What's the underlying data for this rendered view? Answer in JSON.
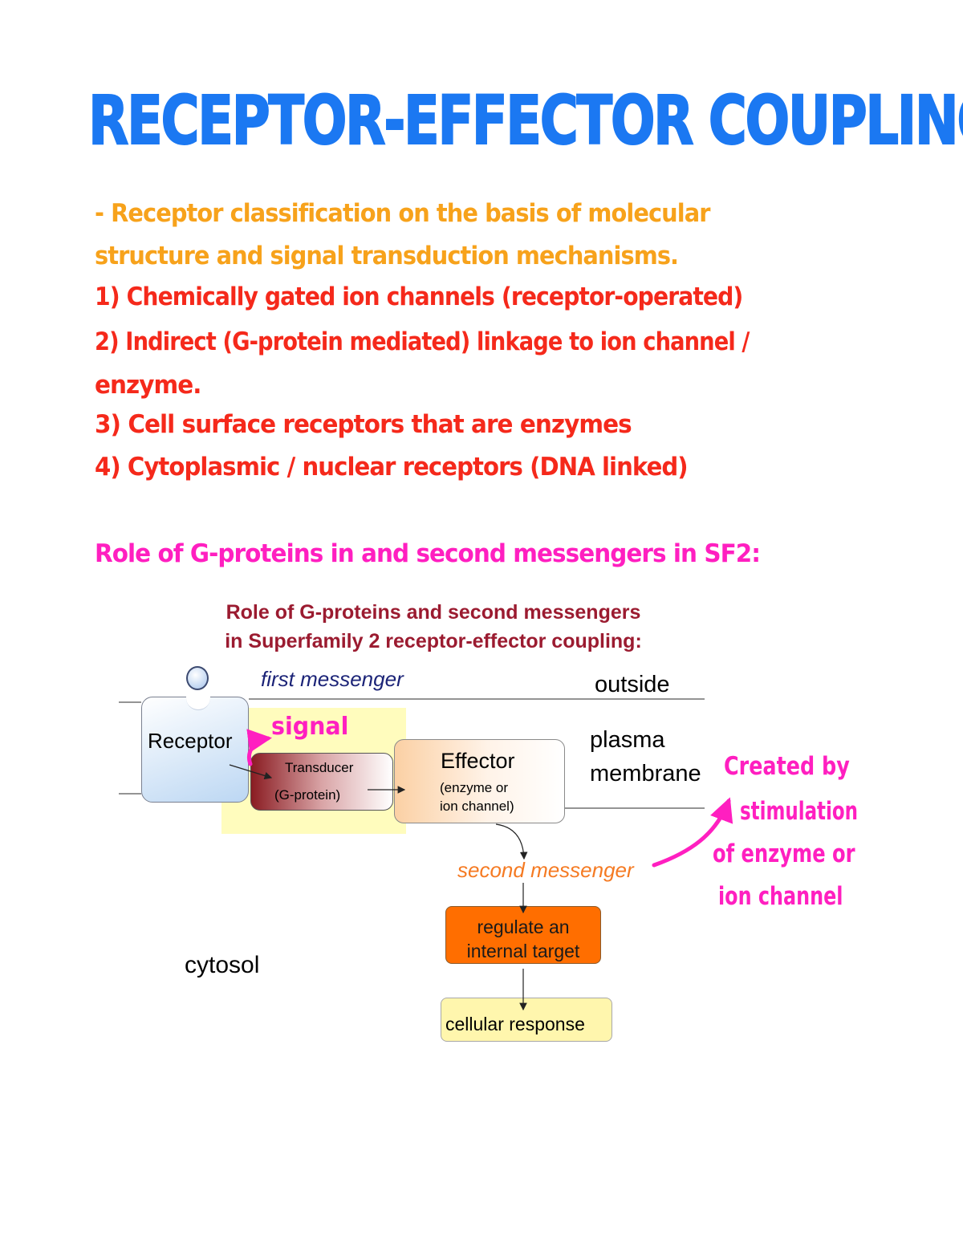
{
  "title": "RECEPTOR-EFFECTOR COUPLING",
  "notes": {
    "classification_intro_line1": "- Receptor classification on the basis of molecular",
    "classification_intro_line2": "structure and signal transduction mechanisms.",
    "item1": "1) Chemically gated ion channels (receptor-operated)",
    "item2_line1": "2) Indirect (G-protein mediated) linkage to ion channel /",
    "item2_line2": "enzyme.",
    "item3": "3) Cell surface receptors that are enzymes",
    "item4": "4) Cytoplasmic / nuclear receptors (DNA linked)",
    "g_protein_heading": "Role of G-proteins in and second messengers in SF2:"
  },
  "diagram": {
    "title_line1": "Role of G-proteins and second messengers",
    "title_line2": "in Superfamily 2 receptor-effector coupling:",
    "first_messenger": "first messenger",
    "outside": "outside",
    "plasma_line1": "plasma",
    "plasma_line2": "membrane",
    "receptor": "Receptor",
    "transducer": "Transducer",
    "g_protein": "(G-protein)",
    "effector": "Effector",
    "effector_sub_line1": "(enzyme or",
    "effector_sub_line2": "ion channel)",
    "second_messenger": "second messenger",
    "regulate_line1": "regulate an",
    "regulate_line2": "internal target",
    "cellular_response": "cellular response",
    "cytosol": "cytosol"
  },
  "annotations": {
    "signal": "signal",
    "created_line1": "Created by",
    "created_line2": "stimulation",
    "created_line3": "of enzyme or",
    "created_line4": "ion channel"
  },
  "colors": {
    "title_blue": "#1b78f2",
    "note_orange": "#f7a21b",
    "note_red": "#f5291b",
    "note_pink": "#ff1fc0",
    "slide_title_red": "#9b1b30",
    "first_messenger_navy": "#1b2377",
    "second_messenger_orange": "#f57a22",
    "regulate_box_orange": "#ff6e00",
    "response_box_yellow": "#fff6ad"
  }
}
